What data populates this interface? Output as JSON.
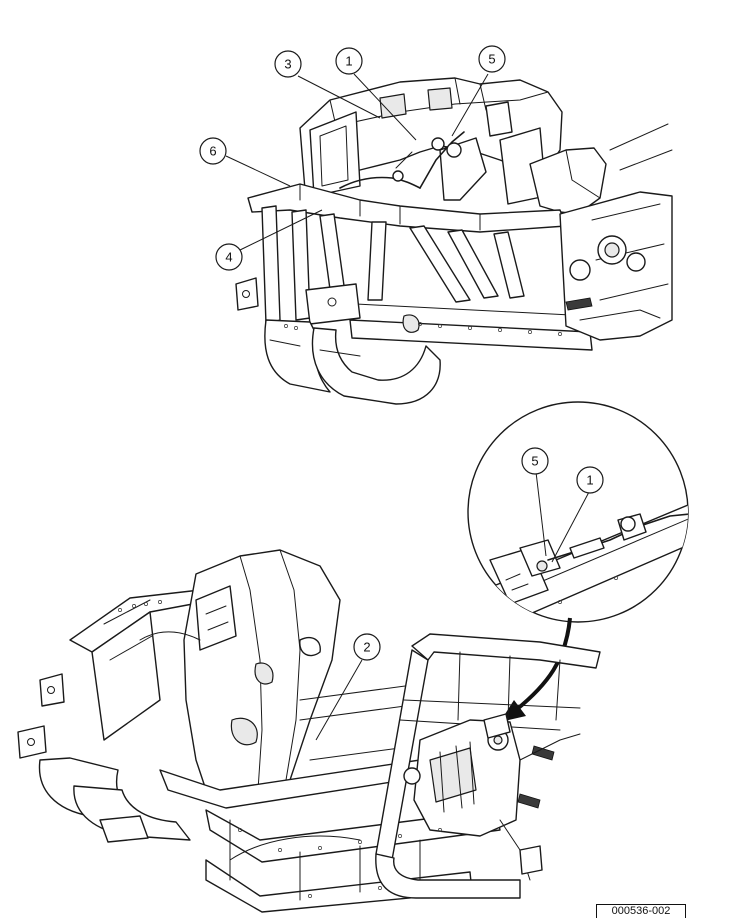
{
  "figure_id": "000536-002",
  "upper_view": {
    "callouts": [
      "3",
      "1",
      "5",
      "6",
      "4"
    ]
  },
  "detail_view": {
    "callouts": [
      "5",
      "1"
    ]
  },
  "lower_view": {
    "callouts": [
      "2"
    ]
  }
}
